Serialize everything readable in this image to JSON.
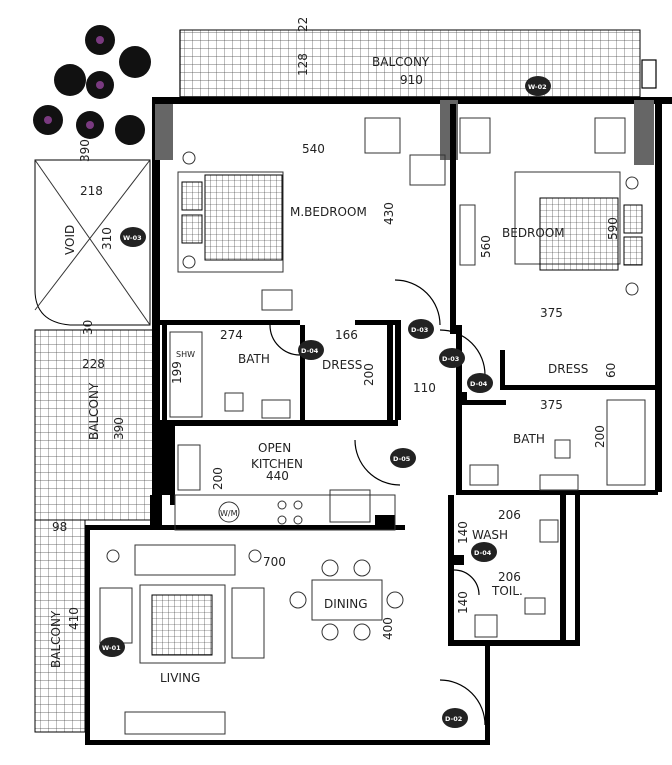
{
  "rooms": {
    "balcony_top": "BALCONY",
    "m_bedroom": "M.BEDROOM",
    "bedroom": "BEDROOM",
    "void": "VOID",
    "balcony_left": "BALCONY",
    "bath1": "BATH",
    "shw": "SHW",
    "dress1": "DRESS",
    "open_kitchen_line1": "OPEN",
    "open_kitchen_line2": "KITCHEN",
    "dress2": "DRESS",
    "bath2": "BATH",
    "wash": "WASH",
    "toil": "TOIL.",
    "dining": "DINING",
    "living": "LIVING",
    "balcony_bottom": "BALCONY",
    "wm": "W/M"
  },
  "dimensions": {
    "balcony_top_width": "910",
    "balcony_top_depth": "128",
    "balcony_top_small": "22",
    "m_bedroom_width": "540",
    "m_bedroom_depth": "430",
    "bedroom_depth": "560",
    "bedroom_right": "590",
    "bedroom_width": "375",
    "void_width": "218",
    "void_depth": "310",
    "void_top": "390",
    "balcony_left_width": "228",
    "balcony_left_depth": "390",
    "balcony_left_top": "30",
    "bath1_width": "274",
    "bath1_depth": "199",
    "dress1_width": "166",
    "dress1_depth": "200",
    "corridor": "110",
    "dress2_depth": "60",
    "bath2_width": "375",
    "bath2_depth": "200",
    "kitchen_depth": "200",
    "kitchen_width": "440",
    "wash_width": "206",
    "wash_depth": "140",
    "toil_width": "206",
    "toil_depth": "140",
    "living_width": "700",
    "living_depth": "400",
    "balcony_bottom_width": "98",
    "balcony_bottom_depth": "410"
  },
  "tags": {
    "w_balcony": "W-02",
    "w_void": "W-03",
    "d_bath1": "D-04",
    "d_mbed": "D-03",
    "d_bed": "D-03",
    "d_dress2": "D-04",
    "d_kitchen": "D-05",
    "d_wash": "D-04",
    "d_entry": "D-02",
    "w_living": "W-01"
  }
}
